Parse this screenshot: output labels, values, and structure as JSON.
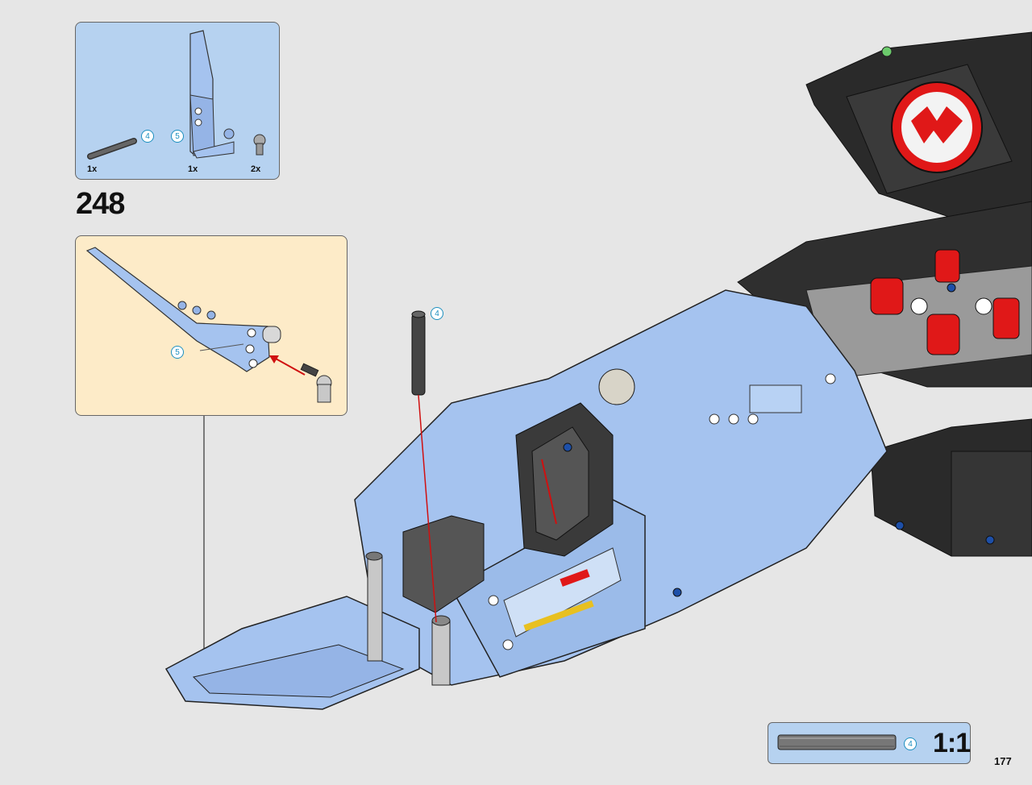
{
  "parts_list": {
    "items": [
      {
        "name": "axle-pin",
        "quantity": "1x",
        "callout": "4"
      },
      {
        "name": "blue-fin-panel",
        "quantity": "1x",
        "callout": "5"
      },
      {
        "name": "grey-connector",
        "quantity": "2x"
      }
    ]
  },
  "step": {
    "number": "248"
  },
  "sub_assembly": {
    "callout": "5"
  },
  "main": {
    "axle_callout": "4"
  },
  "scale_check": {
    "callout": "4",
    "label": "1:1"
  },
  "page": {
    "number": "177"
  },
  "colors": {
    "parts_box_bg": "#b6d2f0",
    "sub_box_bg": "#fdebc8",
    "callout": "#1c8fbf",
    "arrow_red": "#d01010",
    "model_blue": "#a5c3ef",
    "model_black": "#2a2a2a",
    "gear_red": "#e01818"
  }
}
